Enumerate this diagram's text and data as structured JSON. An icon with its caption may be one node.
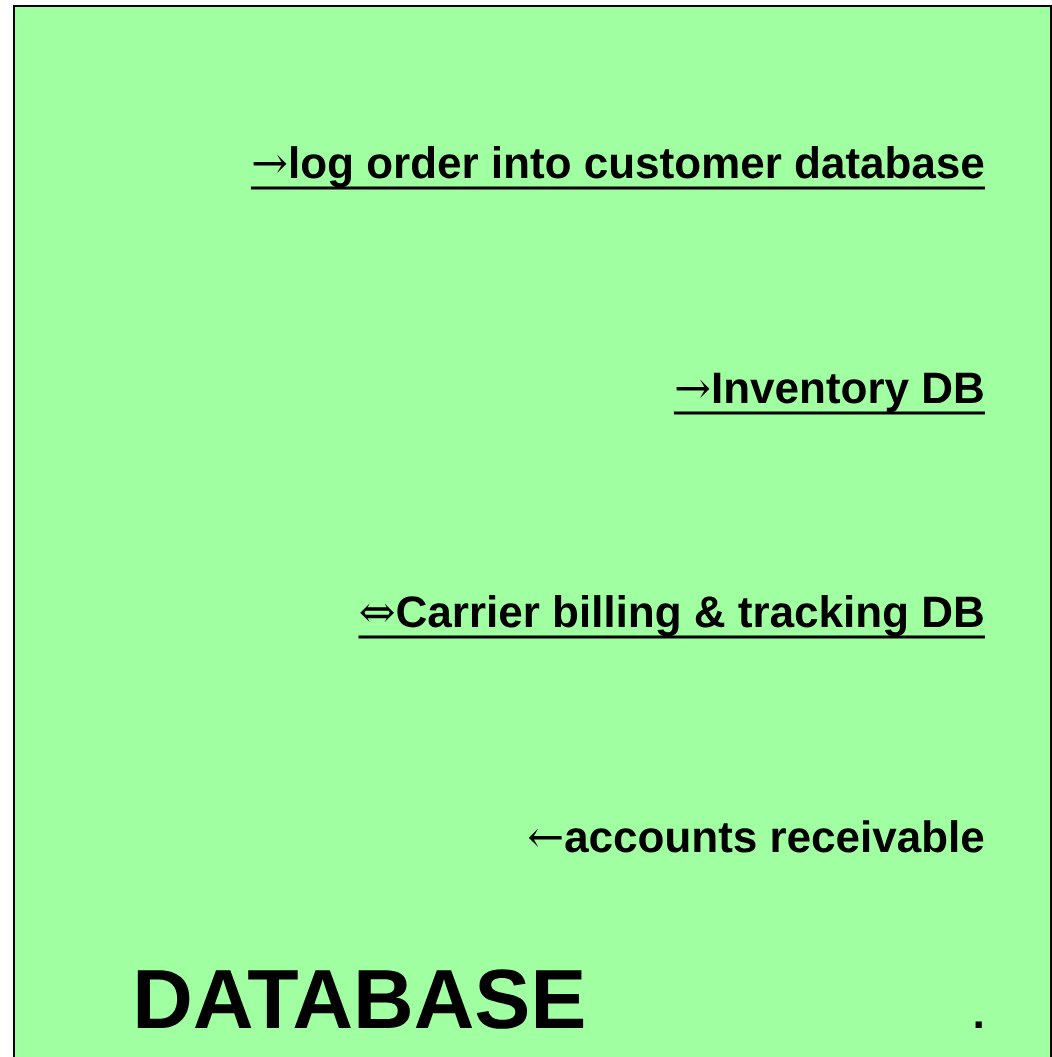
{
  "diagram": {
    "nodes": [
      {
        "text": [
          "→log order into customer database",
          "→Inventory DB",
          "⇔Carrier billing & tracking DB",
          "←accounts receivable",
          "DATABASE",
          "."
        ]
      }
    ]
  }
}
